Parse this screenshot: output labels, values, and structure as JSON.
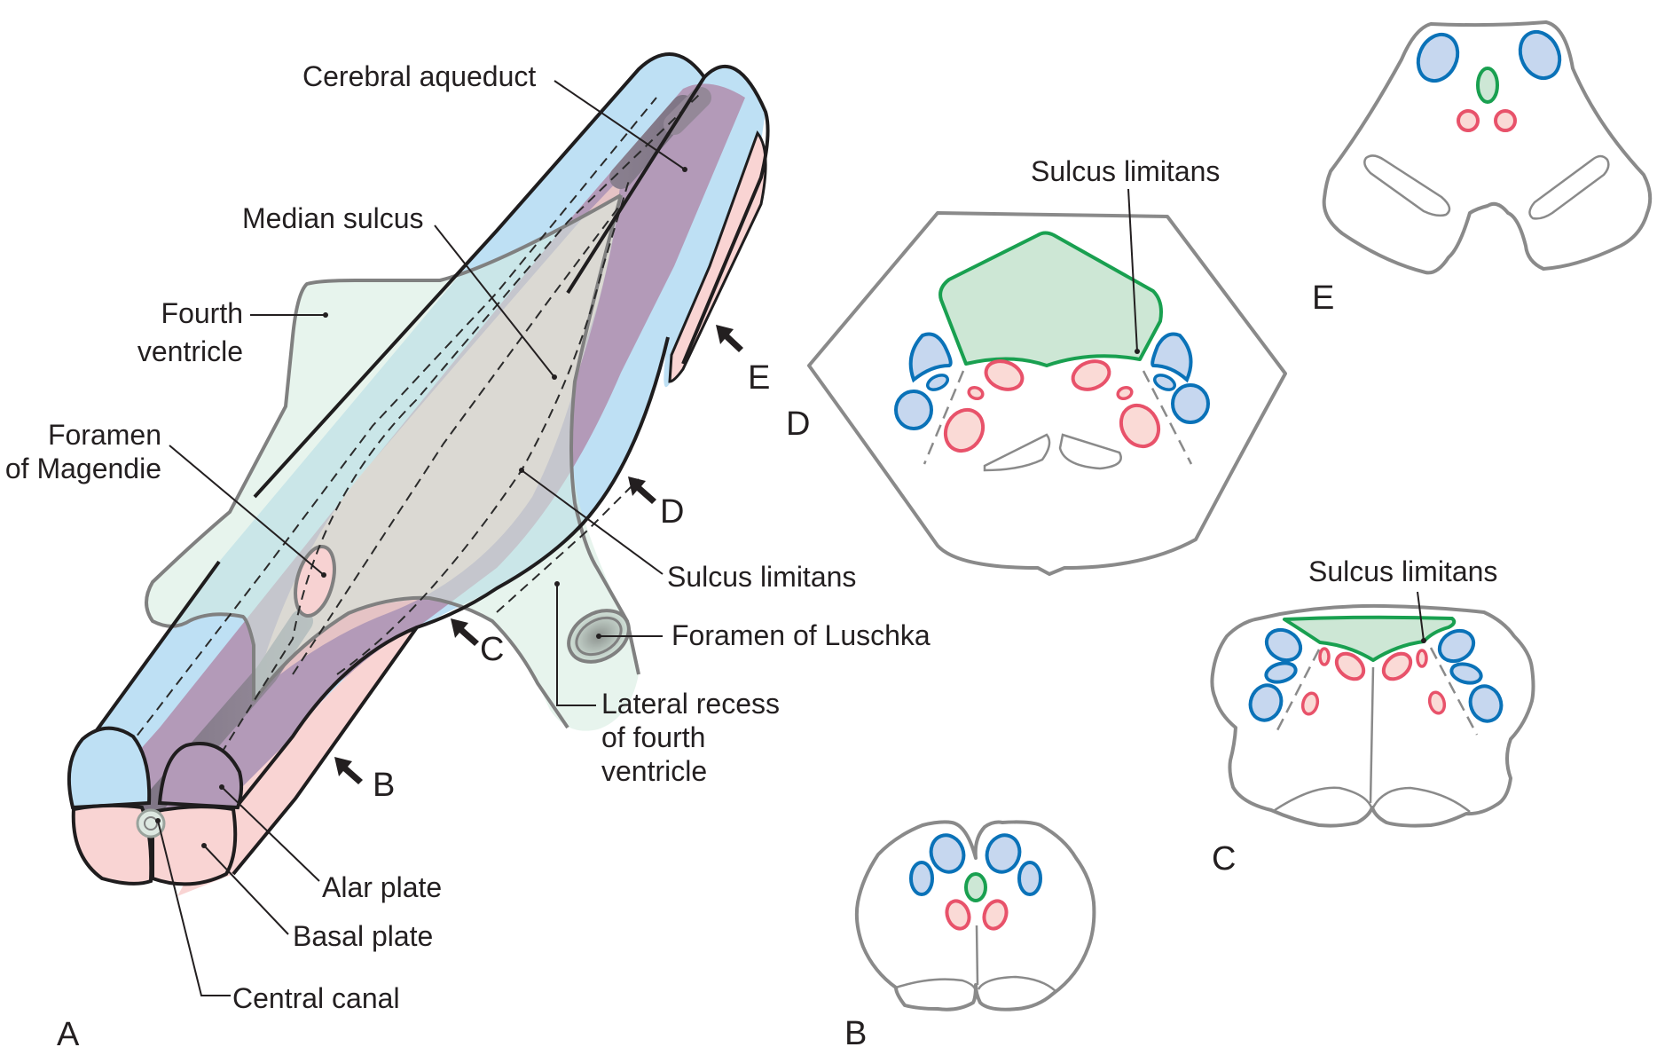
{
  "figure": {
    "panel_labels": {
      "a": "A",
      "b": "B",
      "c": "C",
      "d": "D",
      "e": "E"
    },
    "arrow_labels": {
      "b": "B",
      "c": "C",
      "d": "D",
      "e": "E"
    },
    "labels": {
      "cerebral_aqueduct": "Cerebral aqueduct",
      "median_sulcus": "Median sulcus",
      "fourth_ventricle_line1": "Fourth",
      "fourth_ventricle_line2": "ventricle",
      "foramen_magendie_line1": "Foramen",
      "foramen_magendie_line2": "of Magendie",
      "sulcus_limitans": "Sulcus limitans",
      "foramen_luschka": "Foramen of Luschka",
      "lateral_recess_line1": "Lateral recess",
      "lateral_recess_line2": "of fourth",
      "lateral_recess_line3": "ventricle",
      "alar_plate": "Alar plate",
      "basal_plate": "Basal plate",
      "central_canal": "Central canal",
      "section_d_sulcus_limitans": "Sulcus limitans",
      "section_c_sulcus_limitans": "Sulcus limitans"
    },
    "colors": {
      "alar_blue": "#BEE0F4",
      "alar_purple": "#B39AB8",
      "basal_pink": "#F9D4D3",
      "ventricle_green": "#D3EBDF",
      "canal_gray": "#948898",
      "section_green_fill": "#CDE7D5",
      "section_green_stroke": "#19A050",
      "section_blue_fill": "#C6D7EF",
      "section_blue_stroke": "#0A72B8",
      "section_red_fill": "#FADAD6",
      "section_red_stroke": "#E8526A",
      "section_outline": "#8A8A8A"
    }
  }
}
